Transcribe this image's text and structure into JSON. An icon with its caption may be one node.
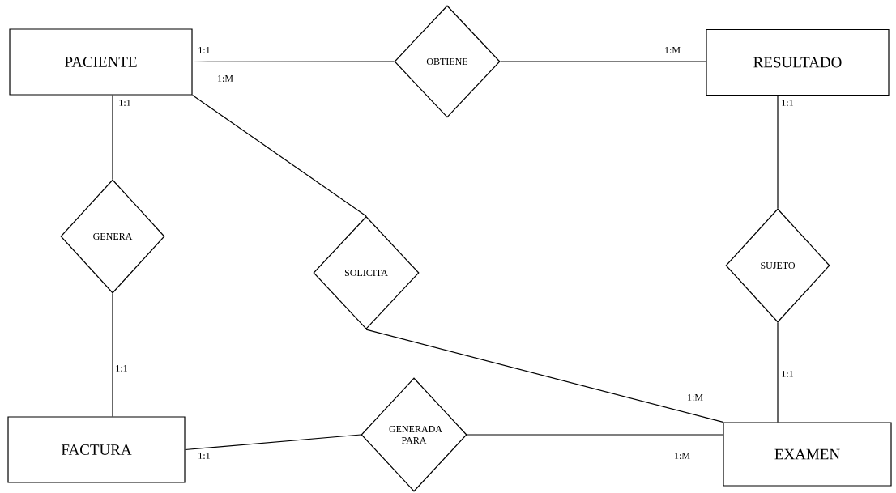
{
  "diagram": {
    "nodes": [
      {
        "text": [
          "PACIENTE"
        ]
      },
      {
        "text": [
          "OBTIENE"
        ]
      },
      {
        "text": [
          "RESULTADO"
        ]
      },
      {
        "text": [
          "GENERA"
        ]
      },
      {
        "text": [
          "SOLICITA"
        ]
      },
      {
        "text": [
          "SUJETO"
        ]
      },
      {
        "text": [
          "FACTURA"
        ]
      },
      {
        "text": [
          "GENERADA PARA"
        ]
      },
      {
        "text": [
          "EXAMEN"
        ]
      }
    ],
    "edges": [
      {
        "from": 0,
        "to": 1,
        "arrow": "none"
      },
      {
        "from": 1,
        "to": 2,
        "arrow": "none"
      },
      {
        "from": 0,
        "to": 3,
        "arrow": "none"
      },
      {
        "from": 3,
        "to": 6,
        "arrow": "none"
      },
      {
        "from": 0,
        "to": 4,
        "arrow": "none"
      },
      {
        "from": 4,
        "to": 8,
        "arrow": "none"
      },
      {
        "from": 2,
        "to": 5,
        "arrow": "none"
      },
      {
        "from": 5,
        "to": 8,
        "arrow": "none"
      },
      {
        "from": 6,
        "to": 7,
        "arrow": "none"
      },
      {
        "from": 7,
        "to": 8,
        "arrow": "none"
      }
    ],
    "labels": [
      "1:1",
      "1:M",
      "1:M",
      "1:1",
      "1:1",
      "1:1",
      "1:1",
      "1:M",
      "1:1",
      "1:M"
    ]
  }
}
